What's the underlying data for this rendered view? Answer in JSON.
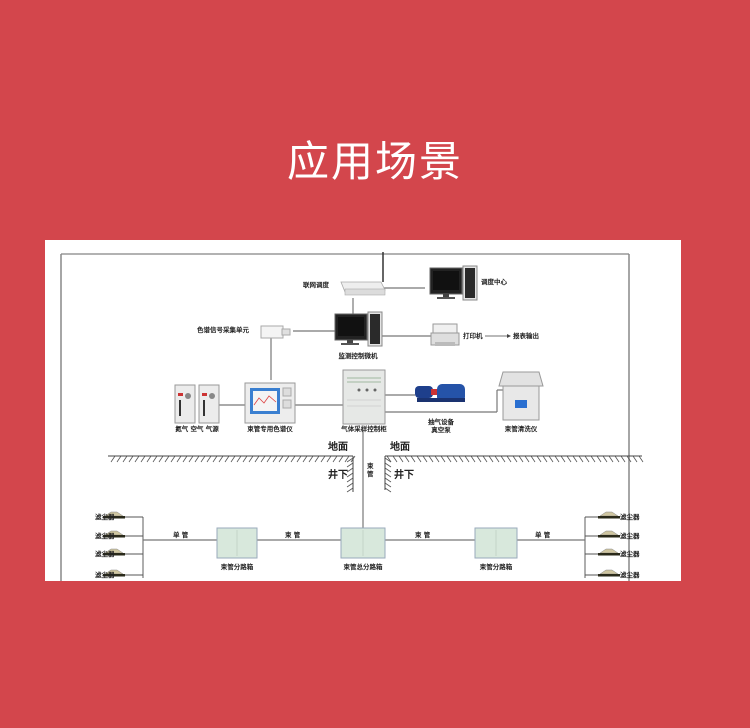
{
  "header": {
    "title": "应用场景"
  },
  "diagram": {
    "top": {
      "router": "联网调度",
      "dispatch_center": "调度中心",
      "monitor_pc": "监测控制微机",
      "printer": "打印机",
      "report_output": "报表输出",
      "signal_unit": "色谱信号采集单元"
    },
    "equipment": {
      "gas_sources": "氮气 空气 气源",
      "chromatograph": "束管专用色谱仪",
      "sampling_cabinet": "气体采样控制柜",
      "vacuum_pump_line1": "抽气设备",
      "vacuum_pump_line2": "真空泵",
      "tube_cleaner": "束管清洗仪"
    },
    "ground": {
      "surface_left": "地面",
      "surface_right": "地面",
      "underground_left": "井下",
      "underground_right": "井下",
      "bundle_vertical": "束管"
    },
    "underground_network": {
      "left_filters": [
        "滤尘器",
        "滤尘器",
        "滤尘器",
        "滤尘器"
      ],
      "right_filters": [
        "滤尘器",
        "滤尘器",
        "滤尘器",
        "滤尘器"
      ],
      "single_tube_left": "单 管",
      "bundle_tube_left": "束 管",
      "bundle_tube_right": "束 管",
      "single_tube_right": "单 管",
      "branch_box_left": "束管分路箱",
      "main_branch_box": "束管总分路箱",
      "branch_box_right": "束管分路箱"
    }
  }
}
